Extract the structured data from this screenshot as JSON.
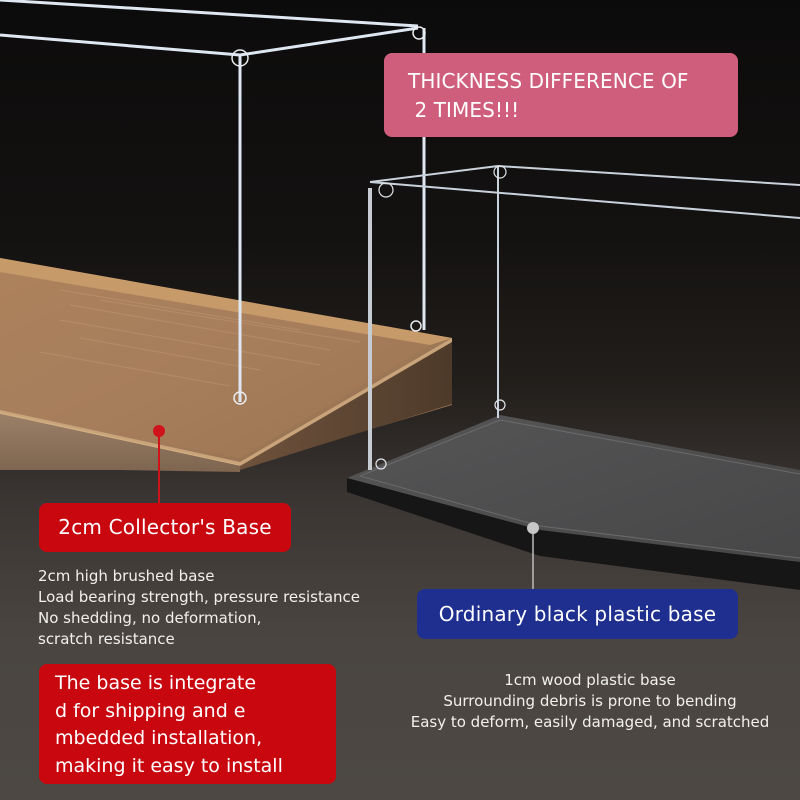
{
  "headline_callout": {
    "lines": [
      "THICKNESS DIFFERENCE OF",
      " 2 TIMES!!!"
    ],
    "color": "#cf5e7c"
  },
  "left_product": {
    "label": "2cm Collector's Base",
    "label_color": "#c8070f",
    "features": [
      "2cm high brushed base",
      "Load bearing strength, pressure resistance",
      "No shedding, no deformation,",
      "scratch resistance"
    ],
    "note_lines": [
      "The base is integrate",
      "d for shipping and e",
      "mbedded installation,",
      "making it easy to install"
    ],
    "note_color": "#c8070f",
    "base_material": "wood",
    "base_color": "#a9805a"
  },
  "right_product": {
    "label": "Ordinary black plastic base",
    "label_color": "#1e2f8f",
    "features": [
      "1cm wood plastic base",
      "Surrounding debris is prone to bending",
      "Easy to deform, easily damaged, and scratched"
    ],
    "base_material": "black plastic",
    "base_color": "#4b4b4c"
  },
  "colors": {
    "background_top": "#0c0b0b",
    "background_bottom": "#4d4844",
    "acrylic_edge": "#dfe8f2"
  }
}
